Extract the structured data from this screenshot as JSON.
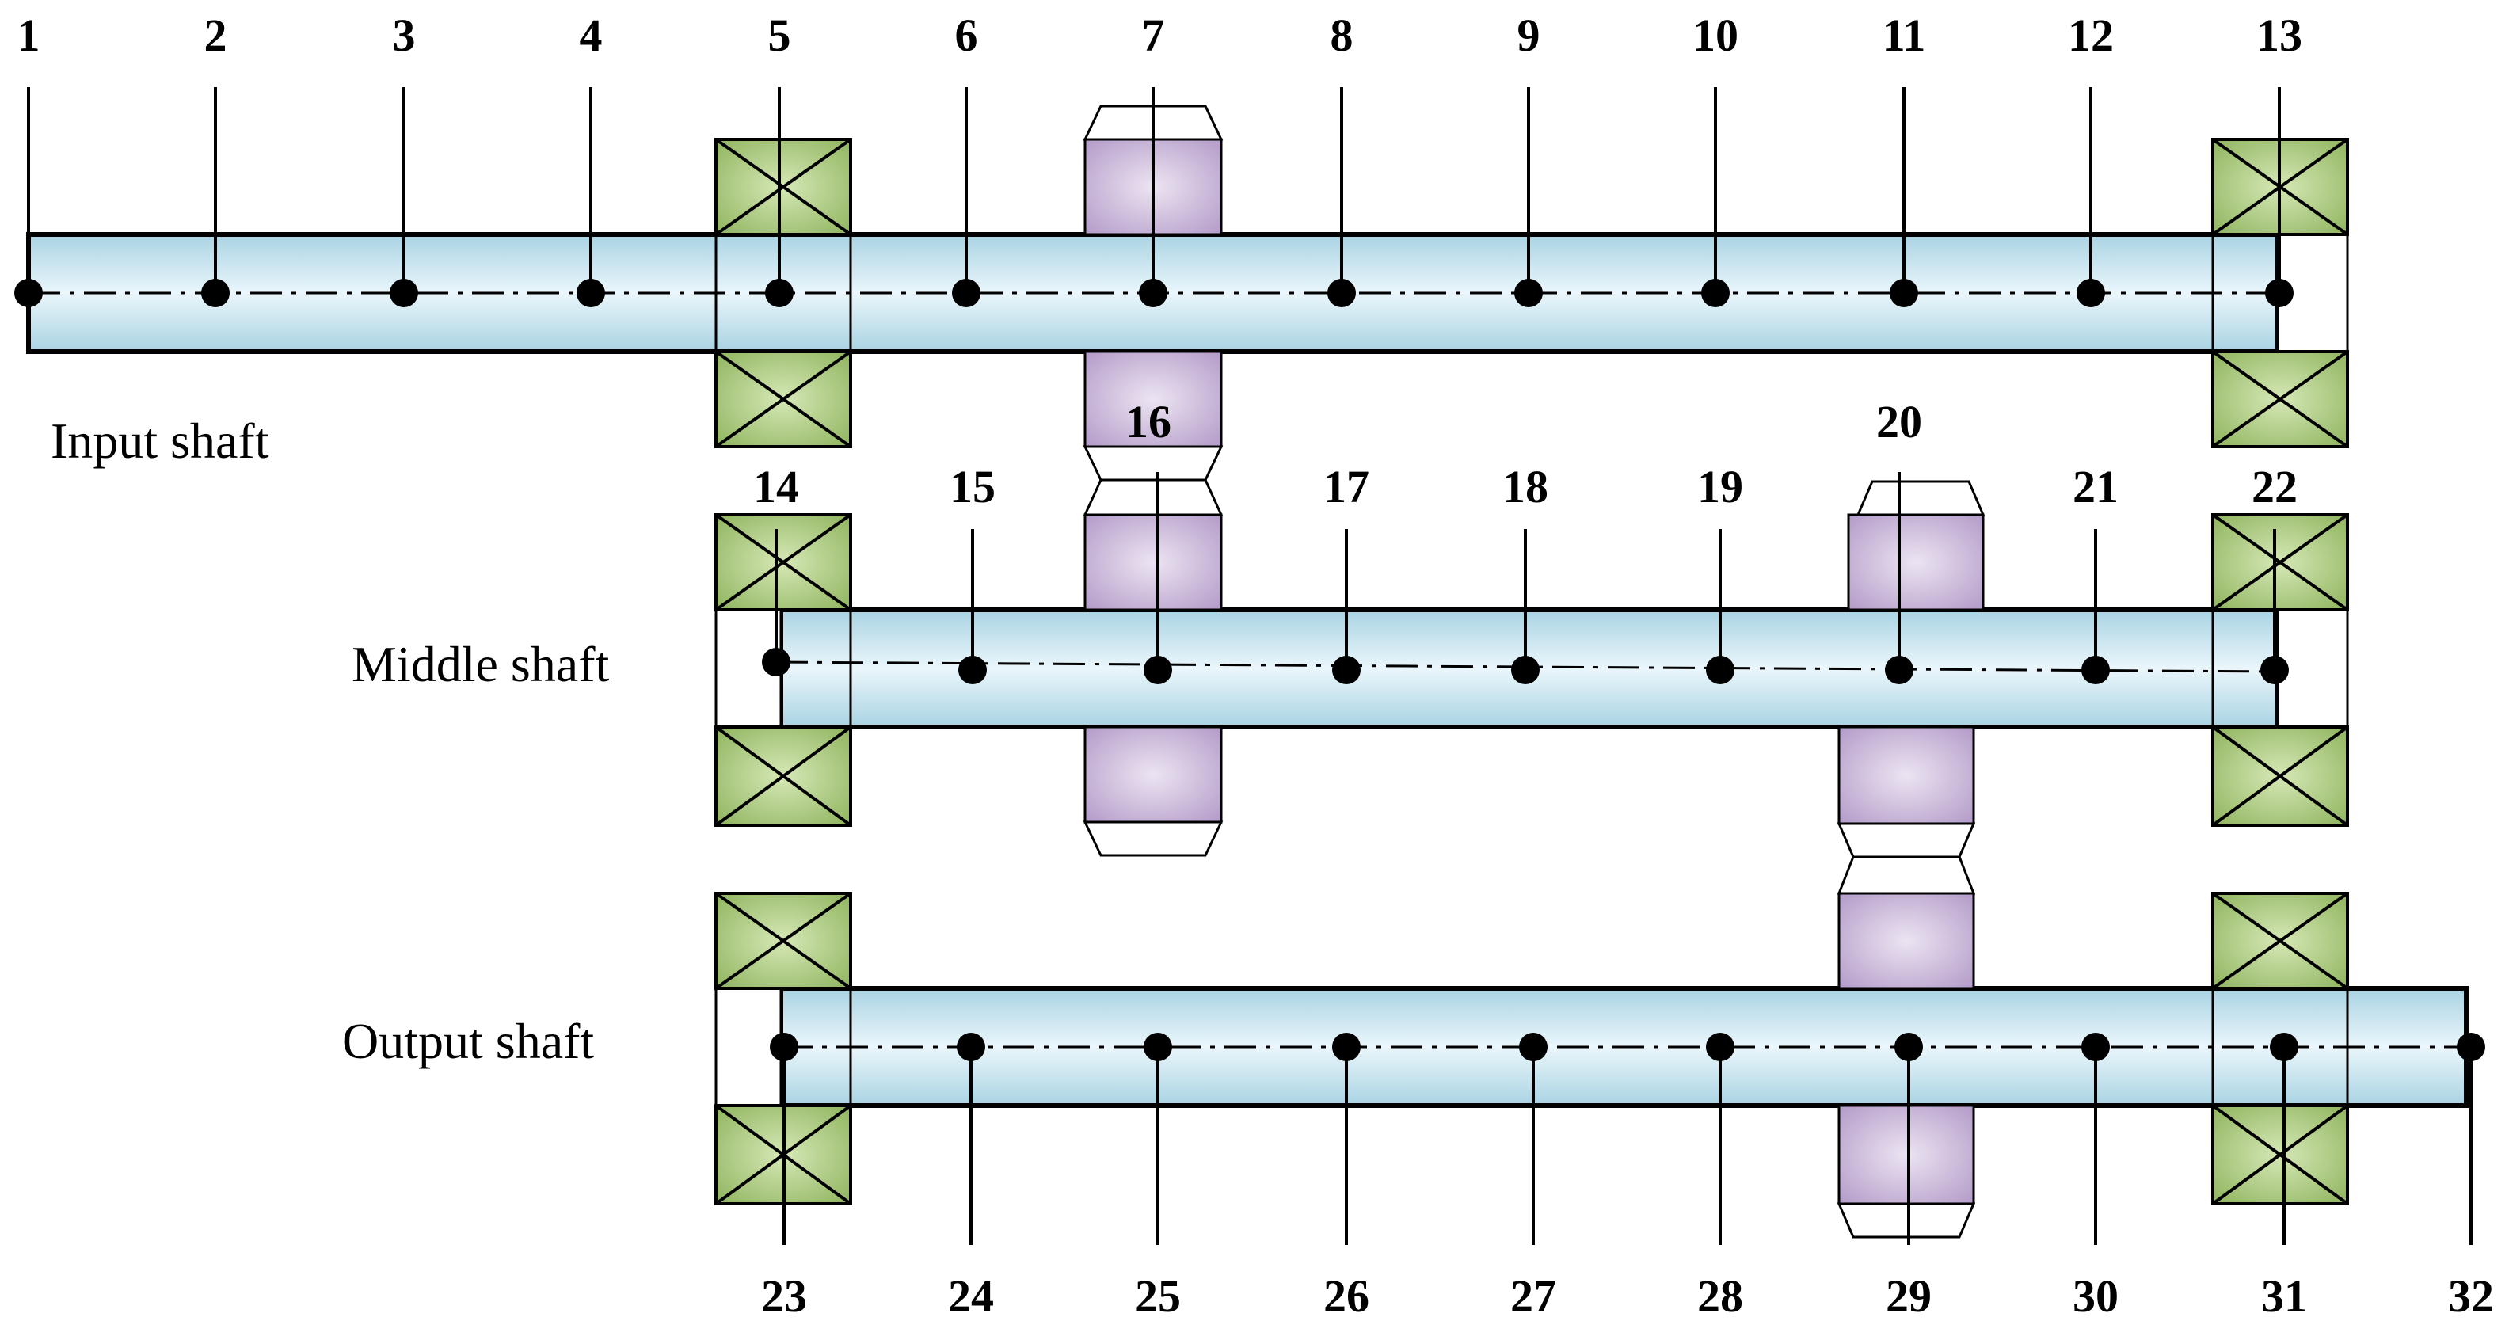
{
  "shafts": {
    "input": {
      "label": "Input shaft",
      "nodes": [
        "1",
        "2",
        "3",
        "4",
        "5",
        "6",
        "7",
        "8",
        "9",
        "10",
        "11",
        "12",
        "13"
      ]
    },
    "middle": {
      "label": "Middle shaft",
      "nodes": [
        "14",
        "15",
        "16",
        "17",
        "18",
        "19",
        "20",
        "21",
        "22"
      ]
    },
    "output": {
      "label": "Output shaft",
      "nodes": [
        "23",
        "24",
        "25",
        "26",
        "27",
        "28",
        "29",
        "30",
        "31",
        "32"
      ]
    }
  },
  "colors": {
    "shaft_light": "#eaf6fb",
    "shaft_dark": "#a9d3e3",
    "bearing_light": "#d6e8b6",
    "bearing_dark": "#8fb45e",
    "gear_light": "#ece4f2",
    "gear_dark": "#b39bc8",
    "stroke": "#000000"
  }
}
